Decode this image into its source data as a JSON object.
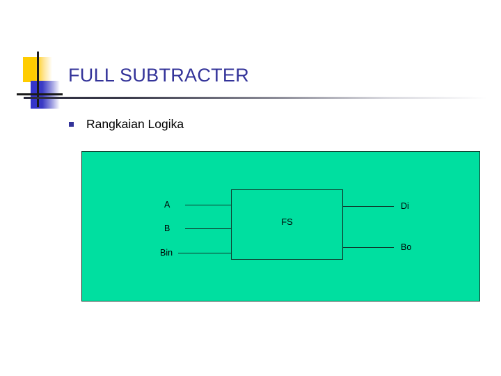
{
  "slide": {
    "title": "FULL SUBTRACTER",
    "bullets": [
      {
        "marker": "square-bullet",
        "text": "Rangkaian Logika"
      }
    ]
  },
  "colors": {
    "title_navy": "#333399",
    "bullet_navy": "#333399",
    "diagram_green": "#00DFA0",
    "diagram_line": "#10352a",
    "logo_yellow": "#FFCC00",
    "logo_red": "#EE3333",
    "logo_blue": "#3333CC",
    "logo_cross": "#1a1a1a"
  },
  "diagram": {
    "block_label": "FS",
    "inputs": [
      {
        "name": "A",
        "label": "A"
      },
      {
        "name": "B",
        "label": "B"
      },
      {
        "name": "Bin",
        "label": "Bin"
      }
    ],
    "outputs": [
      {
        "name": "Di",
        "label": "Di"
      },
      {
        "name": "Bo",
        "label": "Bo"
      }
    ]
  }
}
